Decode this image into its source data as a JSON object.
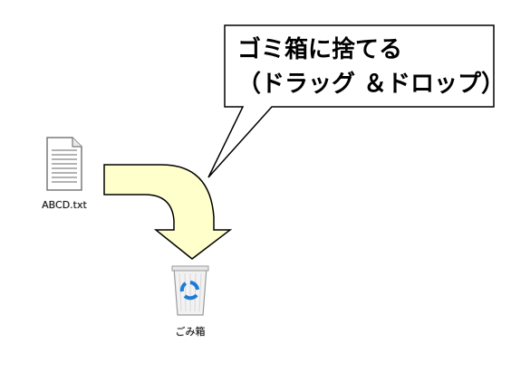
{
  "callout": {
    "line1": "ゴミ箱に捨てる",
    "line2": "（ドラッグ ＆ドロップ）"
  },
  "file_icon": {
    "label": "ABCD.txt",
    "icon": "text-file-icon"
  },
  "recycle_bin": {
    "label": "ごみ箱",
    "icon": "recycle-bin-icon"
  },
  "colors": {
    "arrow_fill": "#ffffcc",
    "arrow_stroke": "#000000",
    "callout_fill": "#ffffff",
    "recycle_blue": "#1e7bd6"
  }
}
